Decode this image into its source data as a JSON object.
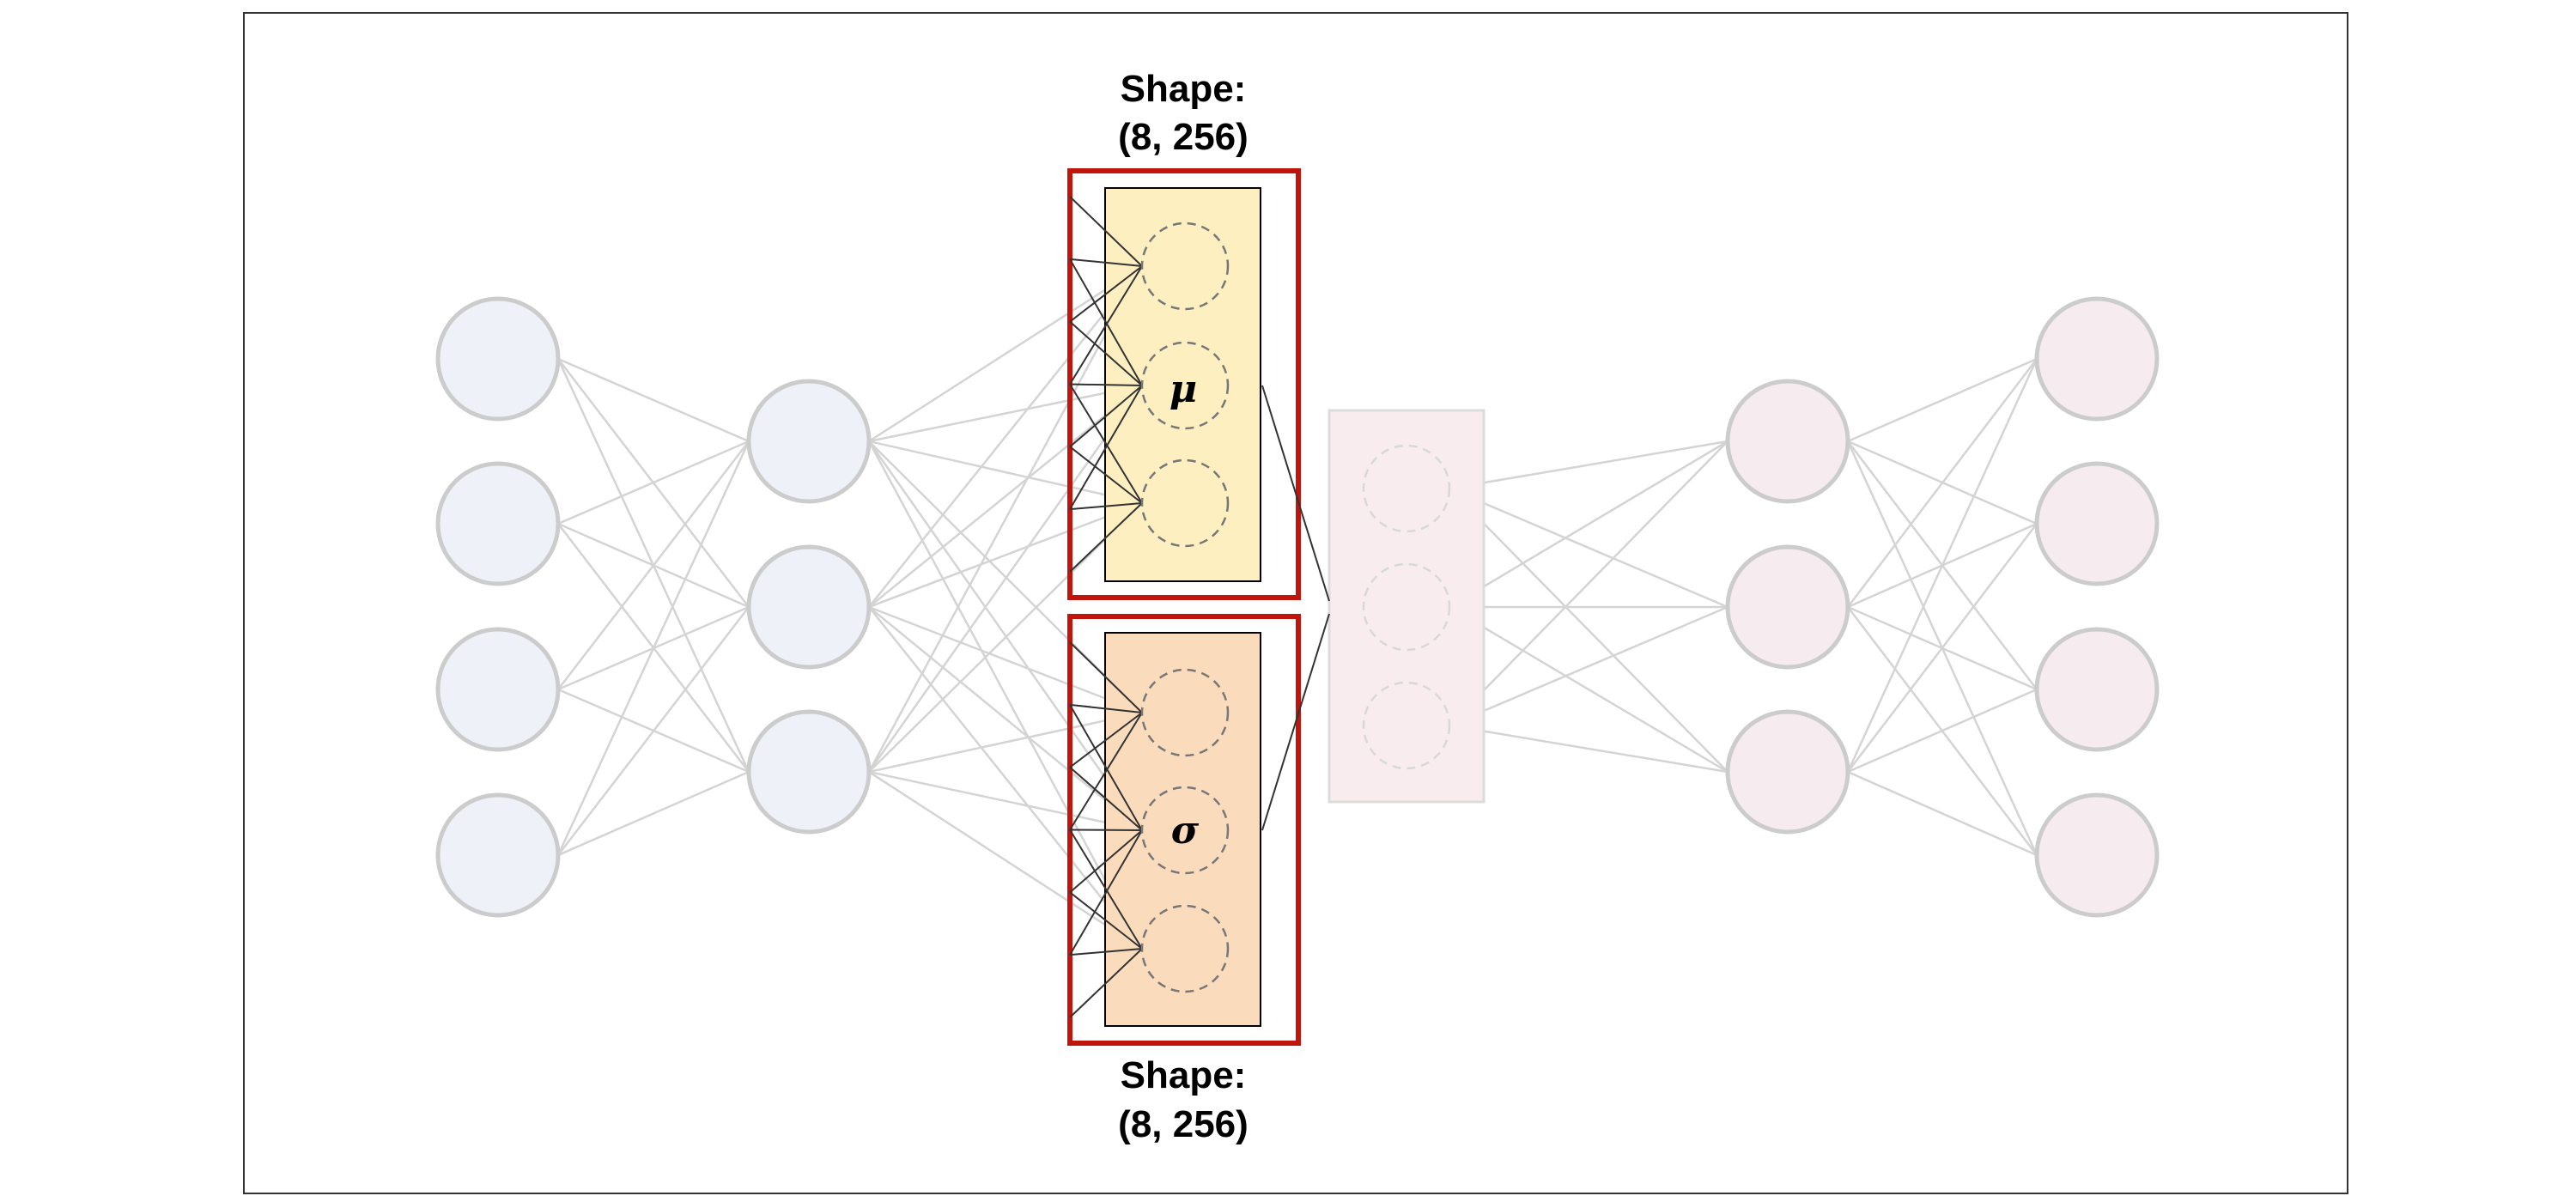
{
  "top_shape_label": {
    "line1": "Shape:",
    "line2": "(8, 256)"
  },
  "bottom_shape_label": {
    "line1": "Shape:",
    "line2": "(8, 256)"
  },
  "mu_block": {
    "symbol": "μ",
    "fill_color": "#fdefc0"
  },
  "sigma_block": {
    "symbol": "σ",
    "fill_color": "#fadcbc"
  },
  "encoder": {
    "node_fill": "#eef2f8",
    "layer_node_counts": [
      4,
      3
    ]
  },
  "latent": {
    "node_count": 3,
    "fill_color": "#f8ecee"
  },
  "decoder": {
    "node_fill": "#f6ecef",
    "layer_node_counts": [
      3,
      4
    ]
  },
  "colors": {
    "highlight_border": "#c0150d",
    "faded_edge": "#d4d4d4",
    "active_edge": "#333333",
    "node_stroke": "#cccccc"
  }
}
